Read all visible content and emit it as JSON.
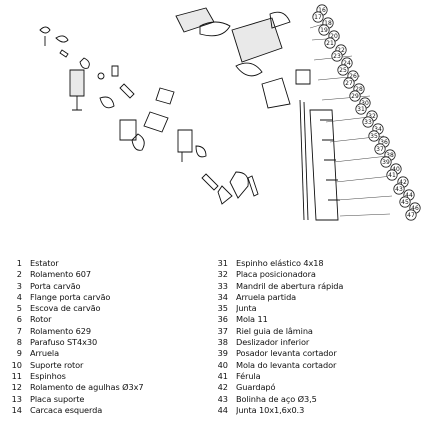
{
  "parts_left": [
    {
      "num": "1",
      "name": "Estator"
    },
    {
      "num": "2",
      "name": "Rolamento 607"
    },
    {
      "num": "3",
      "name": "Porta carvão"
    },
    {
      "num": "4",
      "name": "Flange porta carvão"
    },
    {
      "num": "5",
      "name": "Escova de carvão"
    },
    {
      "num": "6",
      "name": "Rotor"
    },
    {
      "num": "7",
      "name": "Rolamento 629"
    },
    {
      "num": "8",
      "name": "Parafuso ST4x30"
    },
    {
      "num": "9",
      "name": "Arruela"
    },
    {
      "num": "10",
      "name": "Suporte rotor"
    },
    {
      "num": "11",
      "name": "Espinhos"
    },
    {
      "num": "12",
      "name": "Rolamento de agulhas Ø3x7"
    },
    {
      "num": "13",
      "name": "Placa suporte"
    },
    {
      "num": "14",
      "name": "Carcaca esquerda"
    }
  ],
  "parts_right": [
    {
      "num": "31",
      "name": "Espinho elástico 4x18"
    },
    {
      "num": "32",
      "name": "Placa posicionadora"
    },
    {
      "num": "33",
      "name": "Mandril de abertura rápida"
    },
    {
      "num": "34",
      "name": "Arruela partida"
    },
    {
      "num": "35",
      "name": "Junta"
    },
    {
      "num": "36",
      "name": "Mola 11"
    },
    {
      "num": "37",
      "name": "Riel guia de lâmina"
    },
    {
      "num": "38",
      "name": "Deslizador inferior"
    },
    {
      "num": "39",
      "name": "Posador levanta cortador"
    },
    {
      "num": "40",
      "name": "Mola do levanta cortador"
    },
    {
      "num": "41",
      "name": "Férula"
    },
    {
      "num": "42",
      "name": "Guardapó"
    },
    {
      "num": "43",
      "name": "Bolinha de aço Ø3,5"
    },
    {
      "num": "44",
      "name": "Junta 10x1,6x0.3"
    }
  ],
  "diagram_callouts": [
    "16",
    "17",
    "18",
    "19",
    "20",
    "21",
    "22",
    "23",
    "24",
    "25",
    "26",
    "27",
    "28",
    "29",
    "30",
    "31",
    "32",
    "33",
    "34",
    "35",
    "36",
    "37",
    "38",
    "39",
    "40",
    "41",
    "42",
    "43",
    "44",
    "45",
    "46",
    "47"
  ]
}
